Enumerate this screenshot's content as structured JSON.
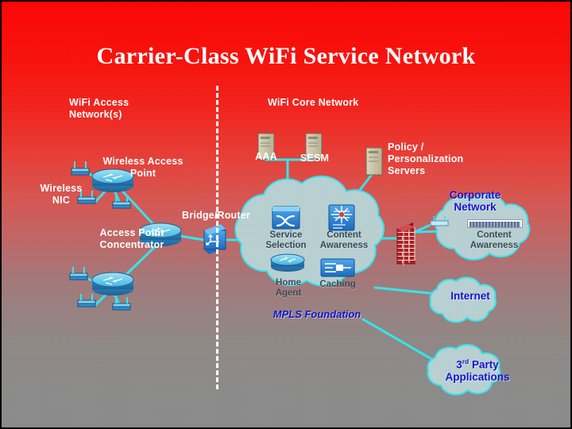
{
  "slide": {
    "title": "Carrier-Class WiFi Service Network",
    "background": {
      "top_color": "#ff0000",
      "bottom_color": "#8a8a8a"
    },
    "divider": {
      "name": "vertical-dashed-divider",
      "color": "#ffffff"
    }
  },
  "colors": {
    "link": "#2ee8f0",
    "cloud_fill": "#b9d2d4",
    "cloud_stroke": "#2ee8f0",
    "label_white": "#ffffff",
    "label_blue": "#1414d2",
    "label_cloud": "#3a4a55",
    "server_body": "#cfc9ab",
    "firewall_brick": "#b01a1a",
    "device_blue": "#1a6fd4"
  },
  "sections": {
    "access_network_label": "WiFi Access\nNetwork(s)",
    "core_network_label": "WiFi Core Network"
  },
  "access_network": {
    "labels": {
      "wireless_access_point": "Wireless Access\nPoint",
      "wireless_nic": "Wireless\nNIC",
      "access_point_concentrator": "Access Point\nConcentrator",
      "bridge_router": "Bridge/Router"
    },
    "nodes": [
      {
        "id": "ap-top",
        "name": "wireless-access-point-router",
        "type": "router"
      },
      {
        "id": "apc",
        "name": "access-point-concentrator-router",
        "type": "router"
      },
      {
        "id": "ap-bottom",
        "name": "wireless-access-point-router-lower",
        "type": "router"
      },
      {
        "id": "bridge",
        "name": "bridge-router-switch",
        "type": "switch"
      }
    ],
    "nic_count": 6
  },
  "core_network": {
    "servers": [
      {
        "name": "aaa-server",
        "label": "AAA"
      },
      {
        "name": "sesm-server",
        "label": "SESM"
      },
      {
        "name": "policy-server",
        "label": "Policy /\nPersonalization\nServers"
      }
    ],
    "cloud": {
      "name": "mpls-core-cloud",
      "foundation_label": "MPLS Foundation",
      "services": [
        {
          "name": "service-selection-node",
          "label": "Service\nSelection",
          "icon": "switch-icon"
        },
        {
          "name": "content-awareness-node",
          "label": "Content\nAwareness",
          "icon": "content-engine-icon"
        },
        {
          "name": "home-agent-node",
          "label": "Home\nAgent",
          "icon": "router-icon"
        },
        {
          "name": "caching-node",
          "label": "Caching",
          "icon": "cache-engine-icon"
        }
      ]
    }
  },
  "external": {
    "firewall": {
      "name": "firewall",
      "label": ""
    },
    "clouds": [
      {
        "name": "corporate-network-cloud",
        "label": "Corporate\nNetwork",
        "sub_label": "Content\nAwareness"
      },
      {
        "name": "internet-cloud",
        "label": "Internet"
      },
      {
        "name": "third-party-cloud",
        "label_prefix": "3",
        "label_sup": "rd",
        "label_rest": " Party\nApplications"
      }
    ]
  }
}
